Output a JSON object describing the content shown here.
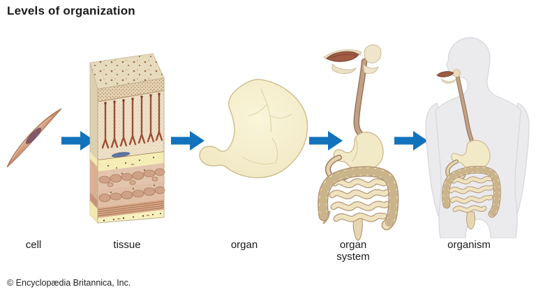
{
  "title": "Levels of organization",
  "copyright": "© Encyclopædia Britannica, Inc.",
  "stages": [
    {
      "id": "cell",
      "label": "cell",
      "illustration": "smooth-muscle-cell"
    },
    {
      "id": "tissue",
      "label": "tissue",
      "illustration": "stomach-wall-tissue-block"
    },
    {
      "id": "organ",
      "label": "organ",
      "illustration": "stomach"
    },
    {
      "id": "organ-system",
      "label": "organ system",
      "illustration": "digestive-system"
    },
    {
      "id": "organism",
      "label": "organism",
      "illustration": "human-body-with-digestive-system"
    }
  ],
  "arrows": {
    "count": 4,
    "direction": "right",
    "color": "#1273bc"
  },
  "colors": {
    "background": "#ffffff",
    "text": "#1a1a1a",
    "arrow_blue": "#1273bc",
    "anatomy_cream": "#f2e9c6",
    "cell_pink_brown": "#c98f6f",
    "tissue_gland_red": "#9e4d36",
    "submucosa_yellow": "#f6edb6",
    "silhouette_gray": "#ebebee"
  }
}
